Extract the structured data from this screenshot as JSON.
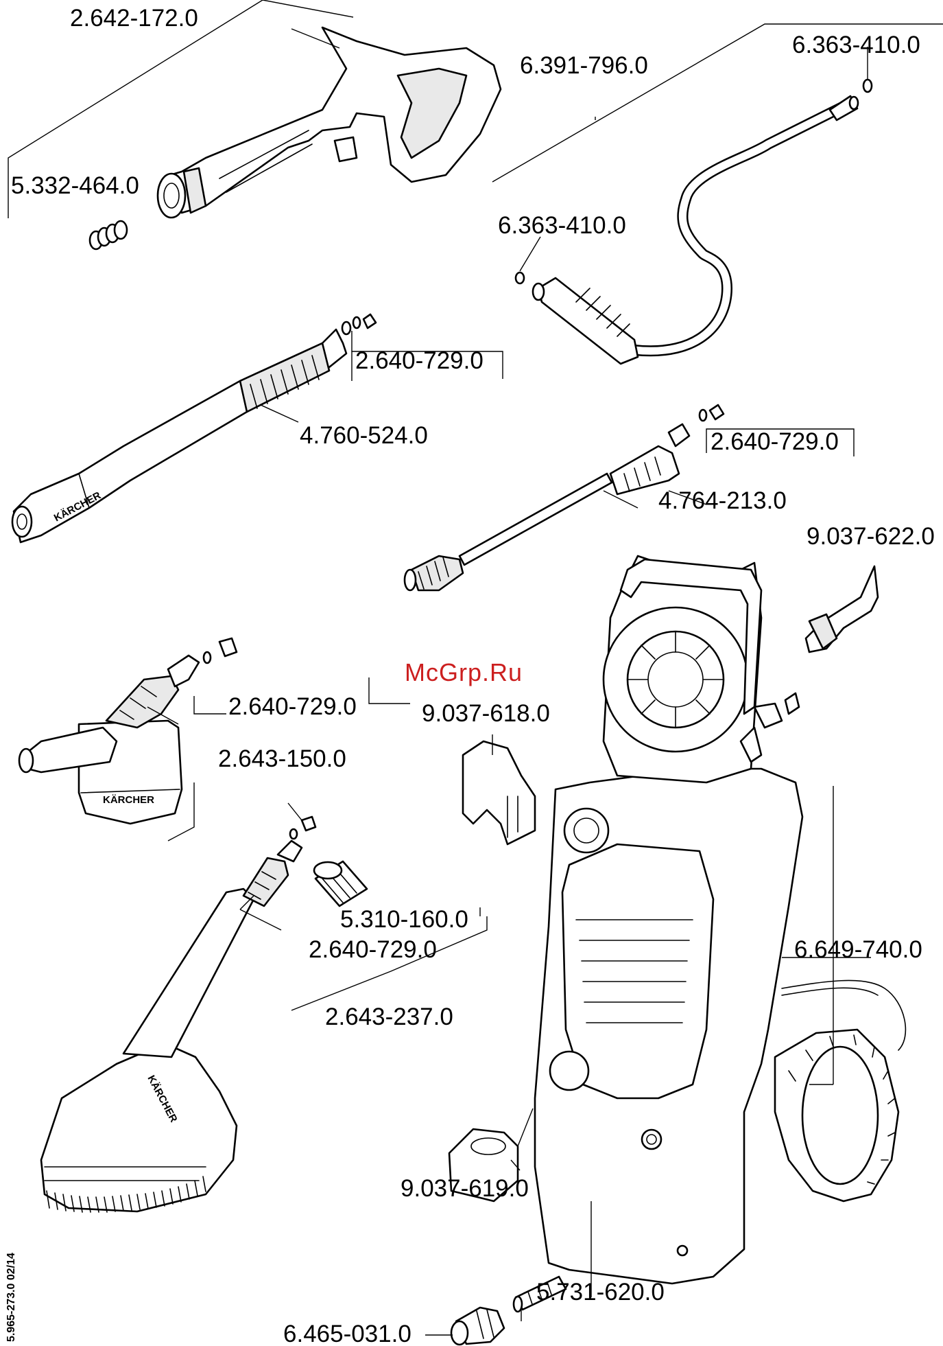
{
  "watermark": "McGrp.Ru",
  "doc_number": "5.965-273.0  02/14",
  "brand_mark": "KÄRCHER",
  "parts": {
    "trigger_gun": "2.642-172.0",
    "gun_spring": "5.332-464.0",
    "hose": "6.391-796.0",
    "hose_oring_top": "6.363-410.0",
    "hose_oring_bottom": "6.363-410.0",
    "vario_seal": "2.640-729.0",
    "vario_lance": "4.760-524.0",
    "dirtblaster_seal": "2.640-729.0",
    "dirtblaster_lance": "4.764-213.0",
    "holder_top": "9.037-622.0",
    "foam_seal": "2.640-729.0",
    "foam_nozzle": "2.643-150.0",
    "holder_left": "9.037-618.0",
    "cap": "5.310-160.0",
    "brush_seal": "2.640-729.0",
    "wash_brush": "2.643-237.0",
    "power_cord": "6.649-740.0",
    "holder_bottom": "9.037-619.0",
    "filter": "5.731-620.0",
    "coupling": "6.465-031.0"
  }
}
